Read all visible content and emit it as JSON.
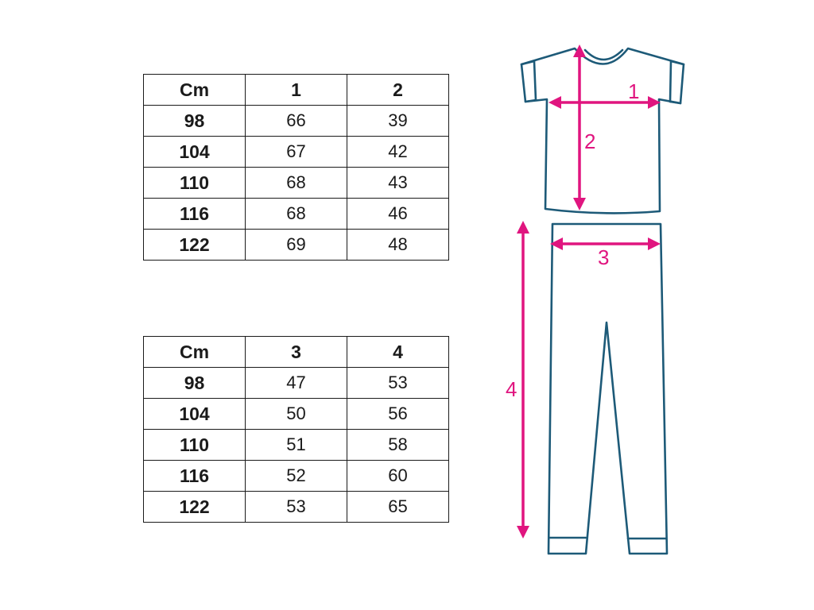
{
  "tables": {
    "top": {
      "header": [
        "Cm",
        "1",
        "2"
      ],
      "rows": [
        [
          "98",
          "66",
          "39"
        ],
        [
          "104",
          "67",
          "42"
        ],
        [
          "110",
          "68",
          "43"
        ],
        [
          "116",
          "68",
          "46"
        ],
        [
          "122",
          "69",
          "48"
        ]
      ]
    },
    "bottom": {
      "header": [
        "Cm",
        "3",
        "4"
      ],
      "rows": [
        [
          "98",
          "47",
          "53"
        ],
        [
          "104",
          "50",
          "56"
        ],
        [
          "110",
          "51",
          "58"
        ],
        [
          "116",
          "52",
          "60"
        ],
        [
          "122",
          "53",
          "65"
        ]
      ]
    }
  },
  "diagram": {
    "labels": {
      "m1": "1",
      "m2": "2",
      "m3": "3",
      "m4": "4"
    },
    "colors": {
      "garment_outline": "#1d5a78",
      "measure_arrows": "#e0157f"
    }
  }
}
